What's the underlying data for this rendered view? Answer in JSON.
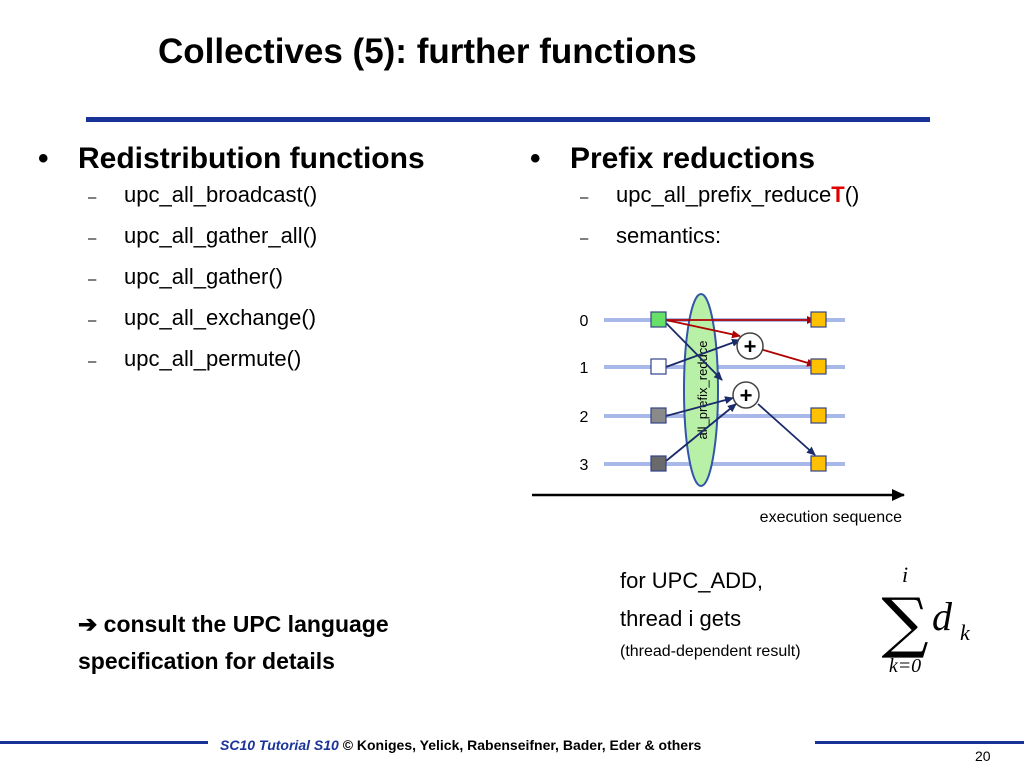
{
  "title": "Collectives (5): further functions",
  "left": {
    "heading": "Redistribution functions",
    "items": [
      "upc_all_broadcast()",
      "upc_all_gather_all()",
      "upc_all_gather()",
      "upc_all_exchange()",
      "upc_all_permute()"
    ],
    "consult_arrow": "➔",
    "consult_line1": "consult the UPC language",
    "consult_line2": "specification for details"
  },
  "right": {
    "heading": "Prefix reductions",
    "item1_prefix": "upc_all_prefix_reduce",
    "item1_T": "T",
    "item1_suffix": "()",
    "item2": "semantics:"
  },
  "diagram": {
    "threads": [
      "0",
      "1",
      "2",
      "3"
    ],
    "ellipse_label": "all_prefix_reduce",
    "plus": "+",
    "xaxis_label": "execution sequence",
    "colors": {
      "line": "#a8b8e8",
      "green": "#66e066",
      "white": "#ffffff",
      "gray": "#8a8a8a",
      "darkgray": "#6a6a6a",
      "orange": "#ffc000",
      "ellipse": "#b8f0a8",
      "red_arrow": "#b00000",
      "blue_arrow": "#1a2a6a"
    }
  },
  "formula": {
    "line1": "for UPC_ADD,",
    "line2": "thread i gets",
    "note": "(thread-dependent result)",
    "upper": "i",
    "sigma": "∑",
    "d": "d",
    "k": "k",
    "lower": "k=0"
  },
  "footer": {
    "tutorial": "SC10 Tutorial S10",
    "rest": "© Koniges, Yelick, Rabenseifner, Bader, Eder & others",
    "page": "20"
  }
}
